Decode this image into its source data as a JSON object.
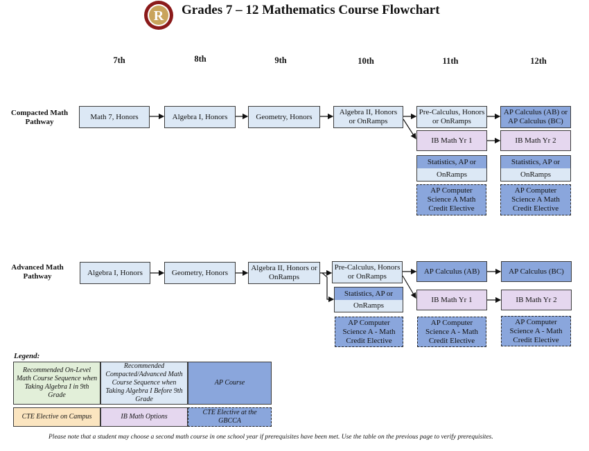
{
  "header": {
    "title": "Grades 7 – 12 Mathematics Course Flowchart",
    "logo_letter": "R"
  },
  "grades": [
    "7th",
    "8th",
    "9th",
    "10th",
    "11th",
    "12th"
  ],
  "compacted": {
    "label": "Compacted Math Pathway",
    "math7": "Math 7, Honors",
    "alg1": "Algebra I, Honors",
    "geo": "Geometry, Honors",
    "alg2": "Algebra II, Honors or OnRamps",
    "precalc": "Pre-Calculus, Honors or OnRamps",
    "apcalc": "AP Calculus (AB) or AP Calculus (BC)",
    "ib1": "IB Math Yr 1",
    "ib2": "IB Math Yr 2",
    "stats11_top": "Statistics, AP or",
    "stats11_bot": "OnRamps",
    "stats12_top": "Statistics, AP or",
    "stats12_bot": "OnRamps",
    "apcs11": "AP Computer Science A Math Credit Elective",
    "apcs12": "AP Computer Science A Math Credit Elective"
  },
  "advanced": {
    "label": "Advanced Math Pathway",
    "alg1": "Algebra I, Honors",
    "geo": "Geometry, Honors",
    "alg2": "Algebra II, Honors or OnRamps",
    "precalc": "Pre-Calculus, Honors or OnRamps",
    "stats_top": "Statistics, AP or",
    "stats_bot": "OnRamps",
    "apcs10": "AP Computer Science A - Math Credit Elective",
    "apcalcab": "AP Calculus (AB)",
    "apcalcbc": "AP Calculus (BC)",
    "ib1": "IB Math Yr 1",
    "ib2": "IB Math Yr 2",
    "apcs11": "AP Computer Science A - Math Credit Elective",
    "apcs12": "AP Computer Science A - Math Credit Elective"
  },
  "legend": {
    "title": "Legend:",
    "onlevel": "Recommended On-Level Math Course Sequence when Taking Algebra I in 9th Grade",
    "compacted": "Recommended Compacted/Advanced Math Course Sequence when Taking Algebra I Before 9th Grade",
    "ap": "AP Course",
    "cte_campus": "CTE Elective on Campus",
    "ib": "IB Math Options",
    "cte_gbcca": "CTE Elective at the GBCCA"
  },
  "colors": {
    "light_blue": "#dce8f5",
    "ap_blue": "#8aa6dc",
    "ib_purple": "#e5d7ef",
    "onlevel_green": "#e2efd9",
    "cte_yellow": "#fbe5c0"
  },
  "footer": {
    "note": "Please note that a student may choose a second math course in one school year if prerequisites have been met.  Use the table on the previous page to verify prerequisites."
  }
}
